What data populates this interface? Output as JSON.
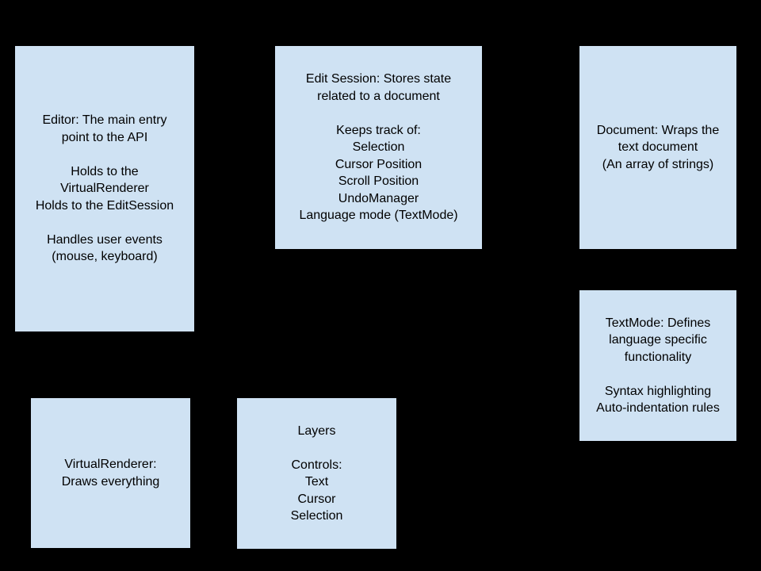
{
  "canvas": {
    "background_color": "#000000",
    "box_fill_color": "#cfe2f3",
    "box_border_color": "#000000",
    "text_color": "#000000"
  },
  "boxes": {
    "editor": {
      "text": "Editor: The main entry\npoint to the API\n\nHolds to the\nVirtualRenderer\nHolds to the EditSession\n\nHandles user events\n(mouse, keyboard)"
    },
    "edit_session": {
      "text": "Edit Session: Stores state\nrelated to a document\n\nKeeps track of:\nSelection\nCursor Position\nScroll Position\nUndoManager\nLanguage mode (TextMode)"
    },
    "document": {
      "text": "Document: Wraps the\ntext document\n(An array of strings)"
    },
    "textmode": {
      "text": "TextMode: Defines\nlanguage specific\nfunctionality\n\nSyntax highlighting\nAuto-indentation rules"
    },
    "virtualrenderer": {
      "text": "VirtualRenderer:\nDraws everything"
    },
    "layers": {
      "text": "Layers\n\nControls:\nText\nCursor\nSelection"
    }
  }
}
